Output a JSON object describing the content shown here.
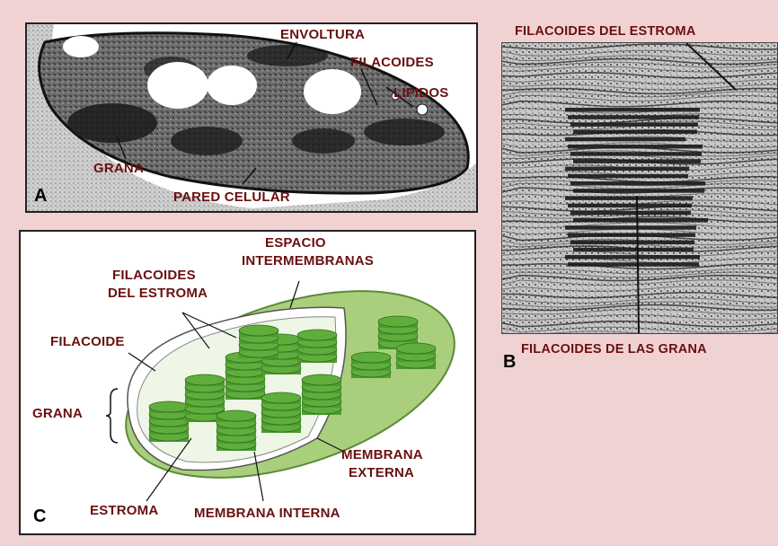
{
  "panel_a": {
    "letter": "A",
    "labels": {
      "envoltura": "ENVOLTURA",
      "filacoides": "FILACOIDES",
      "lipidos": "LIPIDOS",
      "grana": "GRANA",
      "pared": "PARED CELULAR"
    }
  },
  "panel_b": {
    "letter": "B",
    "labels": {
      "estroma": "FILACOIDES DEL ESTROMA",
      "grana": "FILACOIDES DE LAS GRANA"
    }
  },
  "panel_c": {
    "letter": "C",
    "labels": {
      "espacio_1": "ESPACIO",
      "espacio_2": "INTERMEMBRANAS",
      "fil_est_1": "FILACOIDES",
      "fil_est_2": "DEL ESTROMA",
      "filacoide": "FILACOIDE",
      "grana": "GRANA",
      "membrana_ext_1": "MEMBRANA",
      "membrana_ext_2": "EXTERNA",
      "estroma": "ESTROMA",
      "membrana_int": "MEMBRANA INTERNA"
    }
  },
  "colors": {
    "background": "#f1d2d2",
    "label": "#6a1010",
    "thylakoid_green": "#4f9a32",
    "stroma_green": "#a9cf7c"
  }
}
